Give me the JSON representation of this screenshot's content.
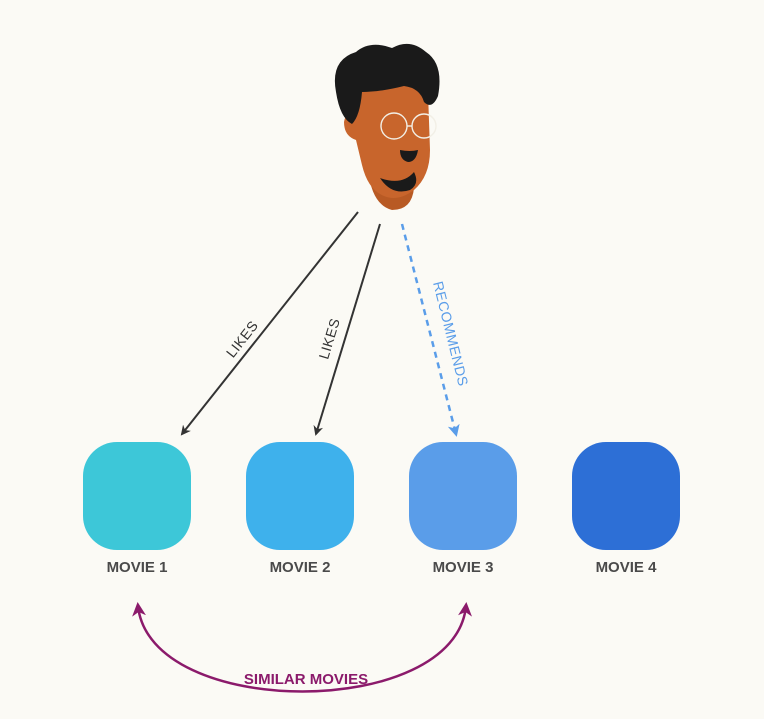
{
  "edges": {
    "likes_1": "LIKES",
    "likes_2": "LIKES",
    "recommends": "RECOMMENDS",
    "similar": "SIMILAR MOVIES"
  },
  "movies": [
    {
      "label": "MOVIE 1",
      "color": "#3dc7d8"
    },
    {
      "label": "MOVIE 2",
      "color": "#3eb1ec"
    },
    {
      "label": "MOVIE 3",
      "color": "#5a9de9"
    },
    {
      "label": "MOVIE 4",
      "color": "#2d6fd6"
    }
  ],
  "colors": {
    "likes_arrow": "#333333",
    "recommends_arrow": "#5a9de9",
    "similar_arrow": "#8b1a6b",
    "skin": "#c8652c",
    "hair": "#1a1a1a"
  },
  "person": {
    "icon": "user-avatar-icon"
  }
}
